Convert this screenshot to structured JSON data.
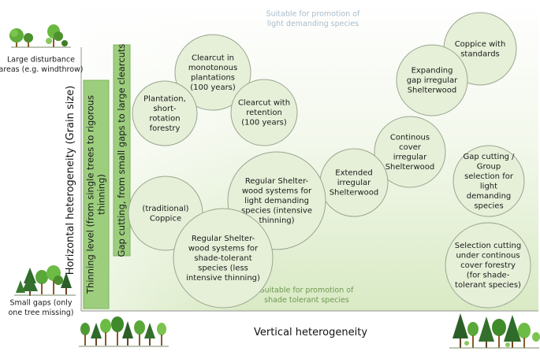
{
  "diagram": {
    "y_axis_title": "Horizontal heterogeneity (Grain size)",
    "x_axis_title": "Vertical heterogeneity",
    "top_note": [
      "Suitable for promotion of",
      "light demanding species"
    ],
    "bottom_note": [
      "Suitable for promotion of",
      "shade tolerant species"
    ],
    "top_left_caption": [
      "Large disturbance",
      "areas (e.g. windthrow)"
    ],
    "bottom_left_caption": [
      "Small gaps (only",
      "one tree missing)"
    ],
    "bars": [
      {
        "lines": [
          "Thinning level (from single trees to rigorous",
          "thinning)"
        ]
      },
      {
        "lines": [
          "Gap cutting, from small gaps to large clearcuts"
        ]
      }
    ],
    "bubbles": [
      {
        "id": "clearcut-monotonous",
        "lines": [
          "Clearcut in",
          "monotonous",
          "plantations",
          "(100 years)"
        ]
      },
      {
        "id": "plantation-short-rotation",
        "lines": [
          "Plantation,",
          "short-",
          "rotation",
          "forestry"
        ]
      },
      {
        "id": "clearcut-retention",
        "lines": [
          "Clearcut with",
          "retention",
          "(100 years)"
        ]
      },
      {
        "id": "coppice-standards",
        "lines": [
          "Coppice with",
          "standards"
        ]
      },
      {
        "id": "expanding-gap",
        "lines": [
          "Expanding",
          "gap irregular",
          "Shelterwood"
        ]
      },
      {
        "id": "continuous-cover-irregular",
        "lines": [
          "Continous",
          "cover",
          "irregular",
          "Shelterwood"
        ]
      },
      {
        "id": "extended-irregular",
        "lines": [
          "Extended",
          "irregular",
          "Shelterwood"
        ]
      },
      {
        "id": "regular-light-demanding",
        "lines": [
          "Regular Shelter-",
          "wood systems for",
          "light demanding",
          "species (intensive",
          "thinning)"
        ]
      },
      {
        "id": "gap-cutting-group",
        "lines": [
          "Gap cutting /",
          "Group",
          "selection for",
          "light",
          "demanding",
          "species"
        ]
      },
      {
        "id": "traditional-coppice",
        "lines": [
          "(traditional)",
          "Coppice"
        ]
      },
      {
        "id": "regular-shade-tolerant",
        "lines": [
          "Regular Shelter-",
          "wood systems for",
          "shade-tolerant",
          "species (less",
          "intensive thinning)"
        ]
      },
      {
        "id": "selection-cutting",
        "lines": [
          "Selection cutting",
          "under continous",
          "cover forestry",
          "(for shade-",
          "tolerant species)"
        ]
      }
    ]
  }
}
